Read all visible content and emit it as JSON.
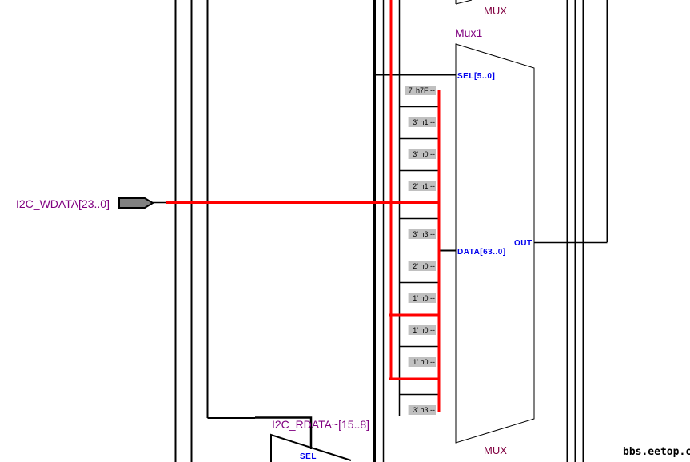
{
  "diagram": {
    "type": "rtl-schematic",
    "colors": {
      "bus": "#ff0000",
      "wire": "#000000",
      "port_label": "#0000ee",
      "signal_label": "#800080",
      "const_fill": "#c0c0c0"
    },
    "top_mux_label": "MUX",
    "mux1": {
      "name": "Mux1",
      "type_label": "MUX",
      "sel_port": "SEL[5..0]",
      "data_port": "DATA[63..0]",
      "out_port": "OUT",
      "constants": [
        "7' h7F --",
        "3' h1 --",
        "3' h0 --",
        "2' h1 --",
        "3' h3 --",
        "2' h0 --",
        "1' h0 --",
        "1' h0 --",
        "1' h0 --",
        "3' h3 --"
      ]
    },
    "input_pin": {
      "name": "I2C_WDATA[23..0]",
      "icon": "input-pin-icon"
    },
    "bottom_signal": "I2C_RDATA~[15..8]",
    "bottom_mux_sel": "SEL",
    "watermark": "bbs.eetop.cn"
  }
}
